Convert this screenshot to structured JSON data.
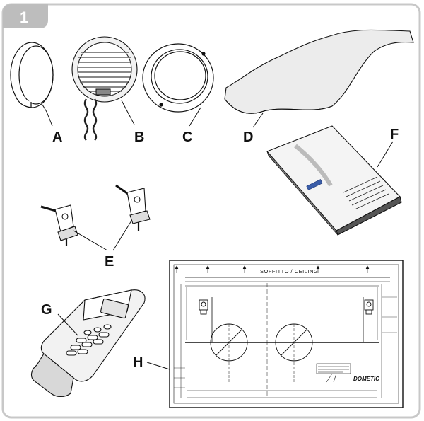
{
  "step_badge": "1",
  "labels": {
    "a": "A",
    "b": "B",
    "c": "C",
    "d": "D",
    "e": "E",
    "f": "F",
    "g": "G",
    "h": "H"
  },
  "template": {
    "ceiling_text": "SOFFITTO / CEILING",
    "brand_logo": "DOMETIC"
  },
  "colors": {
    "frame": "#c8c8c8",
    "badge": "#bdbdbd",
    "line": "#111111"
  }
}
